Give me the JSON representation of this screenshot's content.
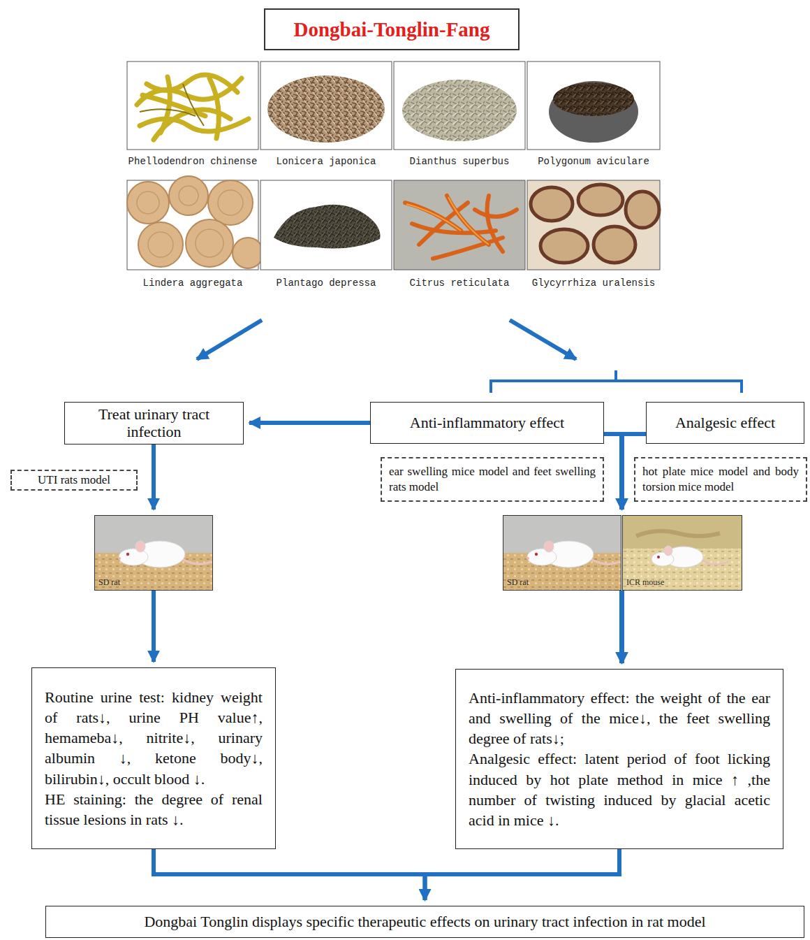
{
  "diagram": {
    "title": "Dongbai-Tonglin-Fang",
    "nodes": [
      {
        "text": [
          "Treat urinary tract infection"
        ]
      },
      {
        "text": [
          "Anti-inflammatory effect"
        ]
      },
      {
        "text": [
          "Analgesic effect"
        ]
      },
      {
        "text": [
          "UTI rats model"
        ]
      },
      {
        "text": [
          "ear swelling mice model and feet swelling rats model"
        ]
      },
      {
        "text": [
          "hot plate mice model and body torsion mice model"
        ]
      },
      {
        "text": [
          "SD rat"
        ]
      },
      {
        "text": [
          "SD rat"
        ]
      },
      {
        "text": [
          "ICR mouse"
        ]
      },
      {
        "text": [
          "Routine urine test: kidney weight of rats↓, urine PH value↑, hemameba↓, nitrite↓, urinary albumin ↓, ketone body↓, bilirubin↓, occult blood ↓.",
          "HE staining: the degree of renal tissue lesions in rats ↓."
        ]
      },
      {
        "text": [
          "Anti-inflammatory effect: the weight of the ear and swelling of the mice↓, the feet swelling degree of rats↓;",
          "Analgesic effect: latent period of foot licking induced by hot plate method in mice ↑ ,the number of twisting induced by glacial acetic acid in mice ↓."
        ]
      },
      {
        "text": [
          "Dongbai Tonglin displays specific therapeutic effects on urinary tract infection in rat model"
        ]
      }
    ],
    "edges": [
      {
        "from": 1,
        "to": 0,
        "arrow": "to"
      },
      {
        "from": 0,
        "to": 6,
        "arrow": "to"
      },
      {
        "from": 6,
        "to": 9,
        "arrow": "to"
      },
      {
        "from": 1,
        "to": 7,
        "arrow": "to"
      },
      {
        "from": 2,
        "to": 8,
        "arrow": "to"
      },
      {
        "from": 7,
        "to": 10,
        "arrow": "to"
      },
      {
        "from": 8,
        "to": 10,
        "arrow": "to"
      },
      {
        "from": 9,
        "to": 11,
        "arrow": "to"
      },
      {
        "from": 10,
        "to": 11,
        "arrow": "to"
      }
    ],
    "labels": [
      "Phellodendron chinense",
      "Lonicera japonica",
      "Dianthus superbus",
      "Polygonum aviculare",
      "Lindera aggregata",
      "Plantago depressa",
      "Citrus reticulata",
      "Glycyrrhiza uralensis"
    ]
  }
}
